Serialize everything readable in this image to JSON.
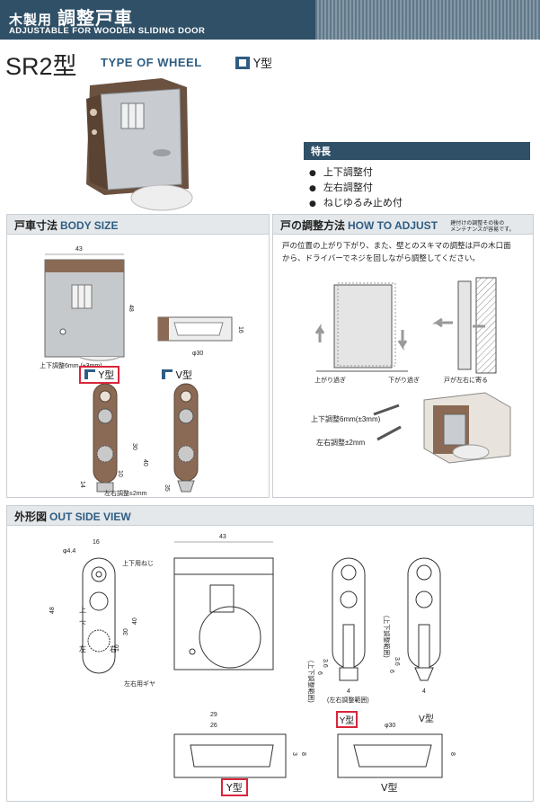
{
  "header": {
    "title_small": "木製用",
    "title_main": "調整戸車",
    "subtitle": "ADJUSTABLE FOR WOODEN SLIDING DOOR"
  },
  "model": {
    "name": "SR2型",
    "type_of_wheel": "TYPE OF WHEEL",
    "wheel_type": "Y型"
  },
  "features": {
    "title": "特長",
    "items": [
      "上下調整付",
      "左右調整付",
      "ねじゆるみ止め付"
    ]
  },
  "body_size": {
    "title_jp": "戸車寸法",
    "title_en": "BODY SIZE",
    "dim_width": "43",
    "dim_height": "48",
    "dim_side_height": "16",
    "dim_wheel": "φ30",
    "note_vertical": "上下調整6mm (±3mm)",
    "note_horizontal": "左右調整±2mm",
    "type_y": "Y型",
    "type_v": "V型",
    "dim_30": "30",
    "dim_40": "40",
    "dim_10": "10",
    "dim_14": "14",
    "dim_35": "35"
  },
  "how_to_adjust": {
    "title_jp": "戸の調整方法",
    "title_en": "HOW TO ADJUST",
    "note_line1": "建付けの調整その後の",
    "note_line2": "メンテナンスが容易です。",
    "desc_line1": "戸の位置の上がり下がり、また、壁とのスキマの調整は戸の木口面",
    "desc_line2": "から、ドライバーでネジを回しながら調整してください。",
    "label_up": "上がり過ぎ",
    "label_down": "下がり過ぎ",
    "label_wall": "戸が左右に寄る",
    "adjust_vertical": "上下調整6mm(±3mm)",
    "adjust_horizontal": "左右調整±2mm"
  },
  "outside_view": {
    "title_jp": "外形図",
    "title_en": "OUT SIDE VIEW",
    "dim_phi44": "φ4.4",
    "dim_16": "16",
    "dim_43": "43",
    "dim_48": "48",
    "dim_40": "40",
    "dim_30": "30",
    "dim_10": "10",
    "label_up_screw": "上下用ねじ",
    "label_up": "上",
    "label_down": "下",
    "label_left": "左",
    "label_right": "右",
    "label_gear": "左右用ギヤ",
    "range_vertical": "(上下調整範囲)",
    "range_horizontal": "(左右調整範囲)",
    "dim_3_6": "3.6",
    "dim_6": "6",
    "dim_4": "4",
    "dim_29": "29",
    "dim_26": "26",
    "dim_phi30": "φ30",
    "dim_8": "8",
    "dim_3": "3",
    "type_y": "Y型",
    "type_v": "V型"
  }
}
